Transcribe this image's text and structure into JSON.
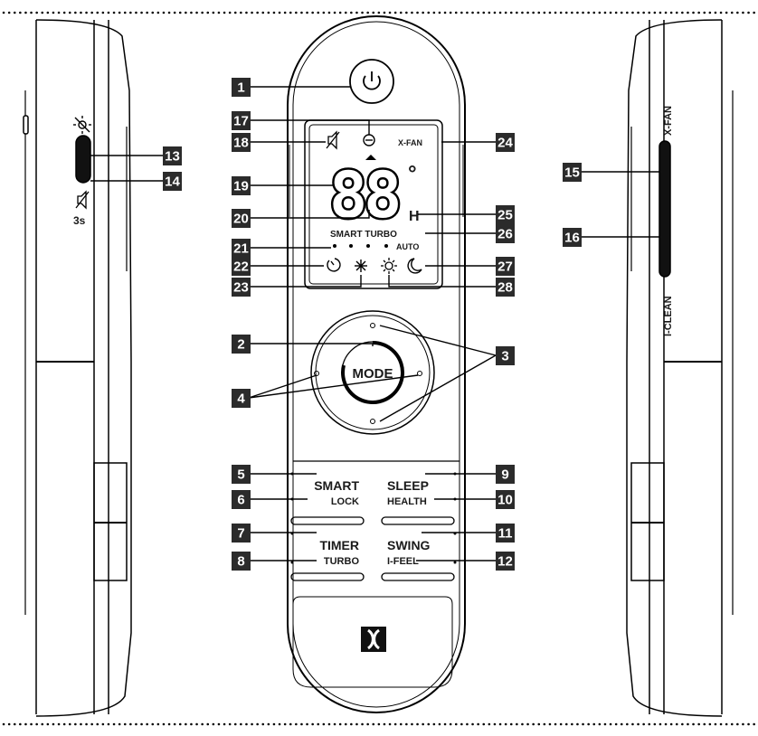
{
  "callouts": [
    "1",
    "2",
    "3",
    "4",
    "5",
    "6",
    "7",
    "8",
    "9",
    "10",
    "11",
    "12",
    "13",
    "14",
    "15",
    "16",
    "17",
    "18",
    "19",
    "20",
    "21",
    "22",
    "23",
    "24",
    "25",
    "26",
    "27",
    "28"
  ],
  "display": {
    "digits": "88",
    "degree": "°",
    "h": "H",
    "xfan": "X-FAN",
    "smart_turbo": "SMART TURBO",
    "auto": "AUTO"
  },
  "buttons": {
    "mode": "MODE",
    "smart": "SMART",
    "lock": "LOCK",
    "sleep": "SLEEP",
    "health": "HEALTH",
    "timer": "TIMER",
    "turbo": "TURBO",
    "swing": "SWING",
    "ifeel": "I-FEEL"
  },
  "left_side": {
    "hold_label": "3s"
  },
  "right_side": {
    "xfan": "X-FAN",
    "iclean": "I-CLEAN"
  },
  "icons": [
    "power-icon",
    "minus-icon",
    "mute-icon",
    "timer-icon",
    "cool-icon",
    "heat-icon",
    "moon-icon",
    "light-off-icon",
    "electrolux-logo-icon"
  ]
}
